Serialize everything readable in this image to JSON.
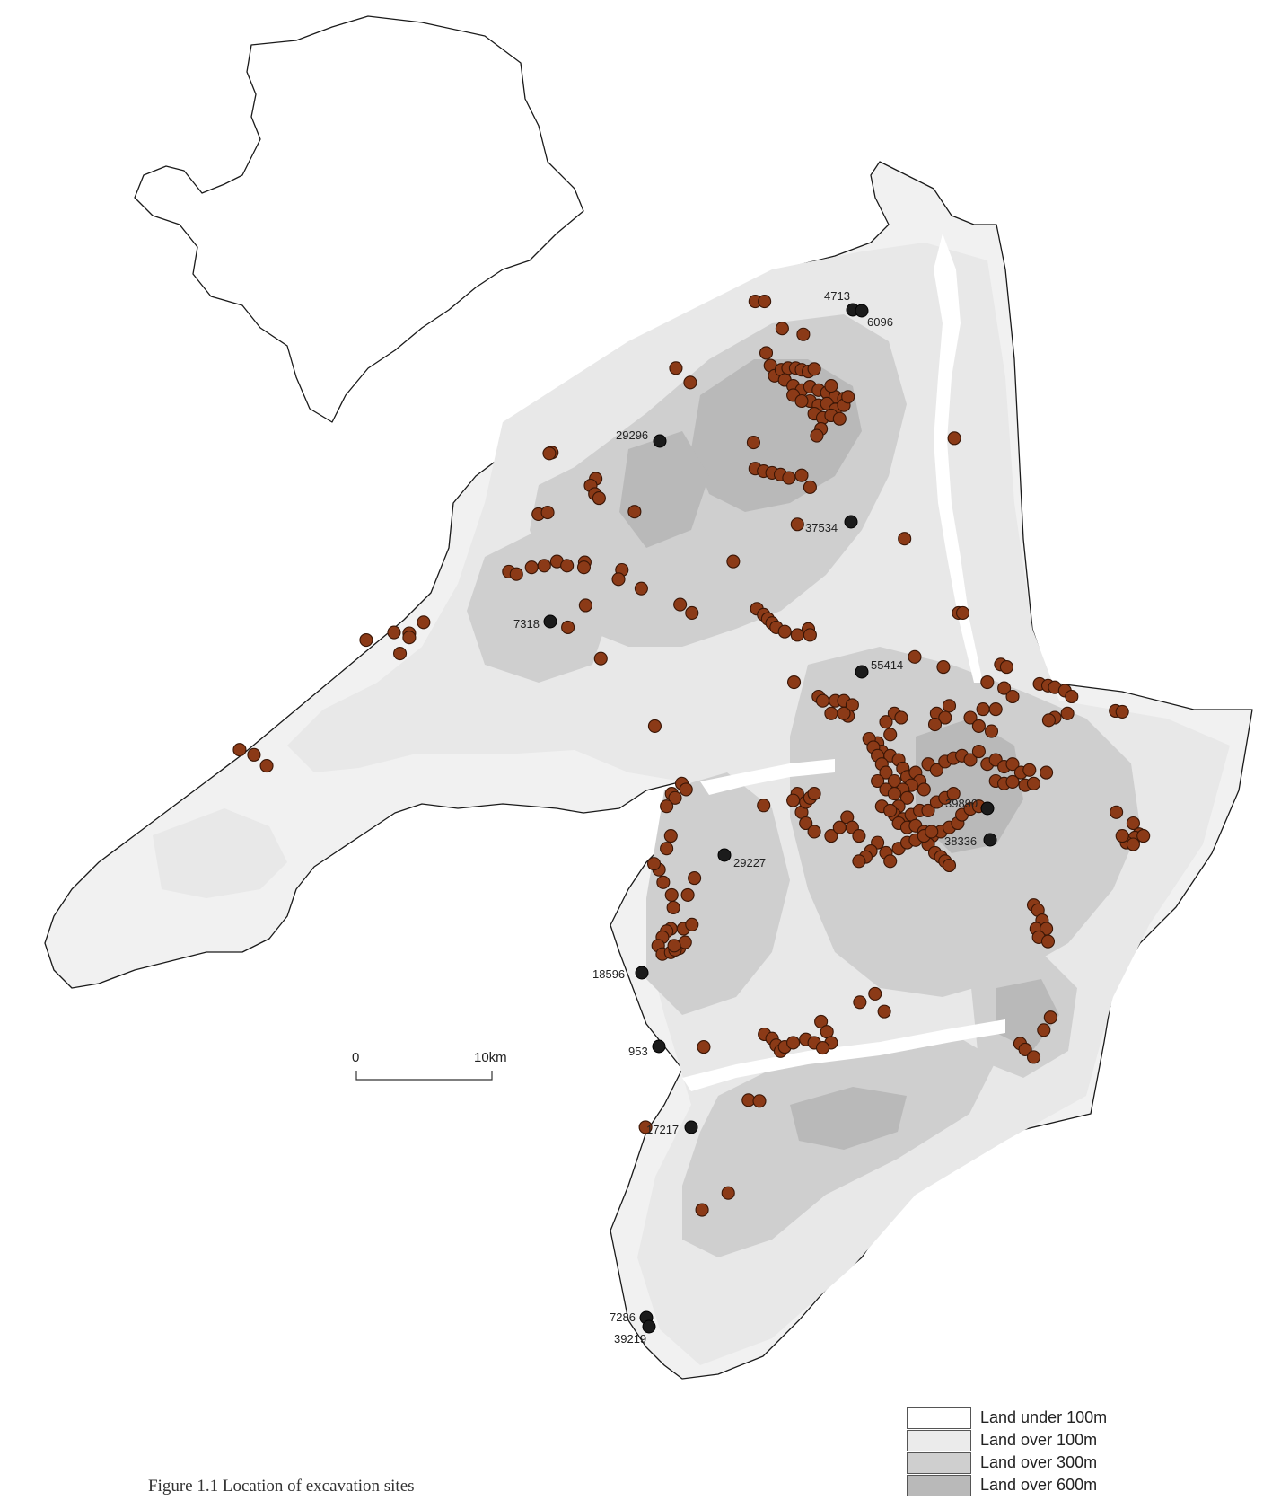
{
  "map": {
    "colors": {
      "land_under_100": "#ffffff",
      "land_over_100": "#ebebeb",
      "land_over_300": "#cfcfcf",
      "land_over_600": "#b9b9b9",
      "site": "#8b3a17",
      "key_site": "#1b1b1b"
    },
    "scale_bar": {
      "start_label": "0",
      "end_label": "10km"
    },
    "legend": [
      {
        "label": "Land under 100m",
        "color": "#ffffff"
      },
      {
        "label": "Land over 100m",
        "color": "#ebebeb"
      },
      {
        "label": "Land over 300m",
        "color": "#cfcfcf"
      },
      {
        "label": "Land over 600m",
        "color": "#b9b9b9"
      }
    ],
    "labelled_sites": [
      {
        "label": "4713"
      },
      {
        "label": "6096"
      },
      {
        "label": "29296"
      },
      {
        "label": "37534"
      },
      {
        "label": "7318"
      },
      {
        "label": "55414"
      },
      {
        "label": "39890"
      },
      {
        "label": "38336"
      },
      {
        "label": "29227"
      },
      {
        "label": "18596"
      },
      {
        "label": "953"
      },
      {
        "label": "17217"
      },
      {
        "label": "7286"
      },
      {
        "label": "39219"
      }
    ],
    "caption": "Figure 1.1 Location of excavation sites"
  }
}
